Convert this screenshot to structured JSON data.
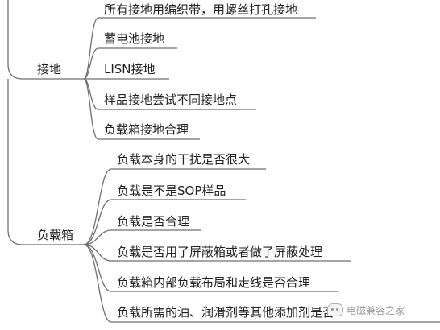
{
  "mindmap": {
    "groups": [
      {
        "label": "接地",
        "children": [
          "所有接地用编织带，用螺丝打孔接地",
          "蓄电池接地",
          "LISN接地",
          "样品接地尝试不同接地点",
          "负载箱接地合理"
        ]
      },
      {
        "label": "负载箱",
        "children": [
          "负载本身的干扰是否很大",
          "负载是不是SOP样品",
          "负载是否合理",
          "负载是否用了屏蔽箱或者做了屏蔽处理",
          "负载箱内部负载布局和走线是否合理",
          "负载所需的油、润滑剂等其他添加剂是否"
        ]
      }
    ],
    "line_color": "#6f6f6f"
  },
  "watermark": {
    "text": "电磁兼容之家"
  }
}
